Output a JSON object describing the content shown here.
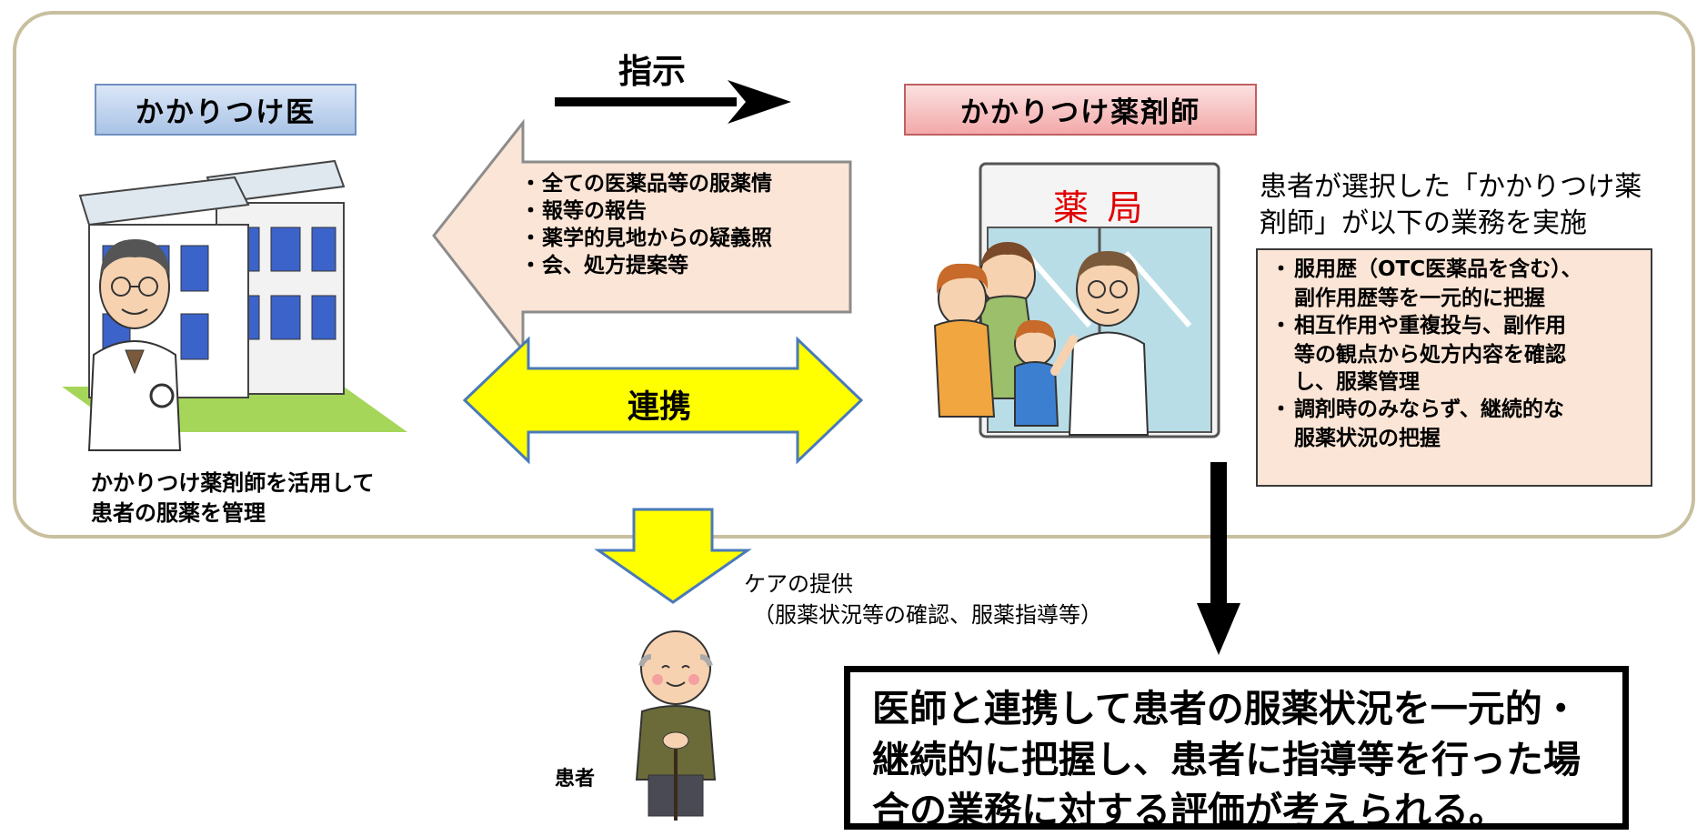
{
  "doctor": {
    "label": "かかりつけ医",
    "caption_line1": "かかりつけ薬剤師を活用して",
    "caption_line2": "患者の服薬を管理"
  },
  "pharmacist": {
    "label": "かかりつけ薬剤師",
    "pharmacy_sign": "薬 局",
    "intro_line1": "患者が選択した「かかりつけ薬",
    "intro_line2": "剤師」が以下の業務を実施",
    "duties": [
      "服用歴（OTC医薬品を含む）、",
      "副作用歴等を一元的に把握",
      "相互作用や重複投与、副作用",
      "等の観点から処方内容を確認",
      "し、服薬管理",
      "調剤時のみならず、継続的な",
      "服薬状況の把握"
    ]
  },
  "instruction_label": "指示",
  "report_items": [
    "全ての医薬品等の服薬情",
    "報等の報告",
    "薬学的見地からの疑義照",
    "会、処方提案等"
  ],
  "cooperation_label": "連携",
  "care": {
    "line1": "ケアの提供",
    "line2": "（服薬状況等の確認、服薬指導等）"
  },
  "patient_label": "患者",
  "summary": {
    "line1": "医師と連携して患者の服薬状況を一元的・",
    "line2": "継続的に把握し、患者に指導等を行った場",
    "line3": "合の業務に対する評価が考えられる。"
  },
  "colors": {
    "panel_border": "#c8bf9f",
    "doctor_label_bg": "#a9c3e6",
    "pharmacist_label_bg": "#f3a9a9",
    "report_arrow_fill": "#fbe5d6",
    "cooperation_arrow_fill": "#ffff00",
    "pharmacy_sign_text": "#e00000"
  }
}
